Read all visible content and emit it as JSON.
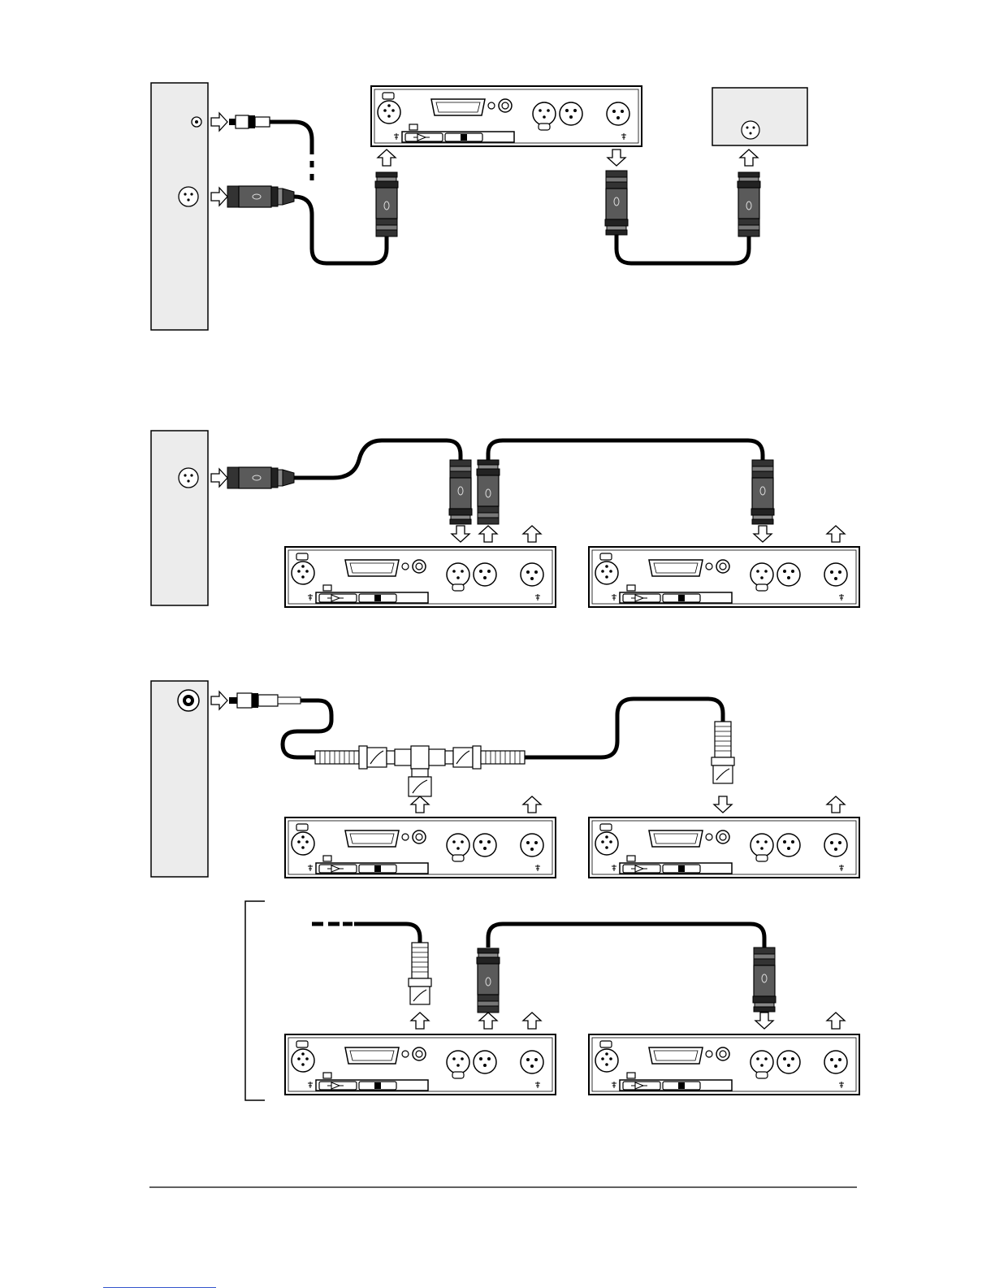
{
  "colors": {
    "panel": "#ececec",
    "ink": "#000000",
    "cable": "#111111",
    "connector_dark": "#444444",
    "connector_light": "#f4f4f4",
    "footer_link": "#3355cc"
  },
  "diagrams": [
    {
      "id": "top",
      "description_source": "none",
      "devices": [
        "source-panel",
        "interface-unit",
        "receiver-box"
      ]
    },
    {
      "id": "middle",
      "devices": [
        "source-panel",
        "interface-unit",
        "interface-unit"
      ]
    },
    {
      "id": "bottom",
      "devices": [
        "source-panel",
        "interface-unit",
        "interface-unit"
      ]
    },
    {
      "id": "continuation",
      "devices": [
        "interface-unit",
        "interface-unit"
      ]
    }
  ],
  "icons": [
    "arrow-up-icon",
    "arrow-down-icon",
    "arrow-right-icon",
    "xlr-jack-icon",
    "bnc-jack-icon",
    "rca-jack-icon"
  ]
}
